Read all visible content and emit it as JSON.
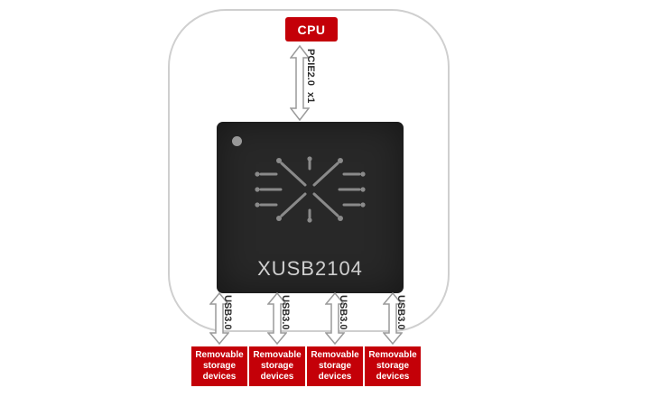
{
  "cpu": {
    "label": "CPU"
  },
  "pcie": {
    "label": "PCIE2.0",
    "lane": "x1"
  },
  "chip": {
    "name": "XUSB2104"
  },
  "usb_ports": [
    {
      "bus_label": "USB3.0",
      "device_label": "Removable storage devices"
    },
    {
      "bus_label": "USB3.0",
      "device_label": "Removable storage devices"
    },
    {
      "bus_label": "USB3.0",
      "device_label": "Removable storage devices"
    },
    {
      "bus_label": "USB3.0",
      "device_label": "Removable storage devices"
    }
  ],
  "colors": {
    "accent_red": "#c40008",
    "chip_body": "#282828",
    "frame_outline": "#cfcfcf"
  }
}
